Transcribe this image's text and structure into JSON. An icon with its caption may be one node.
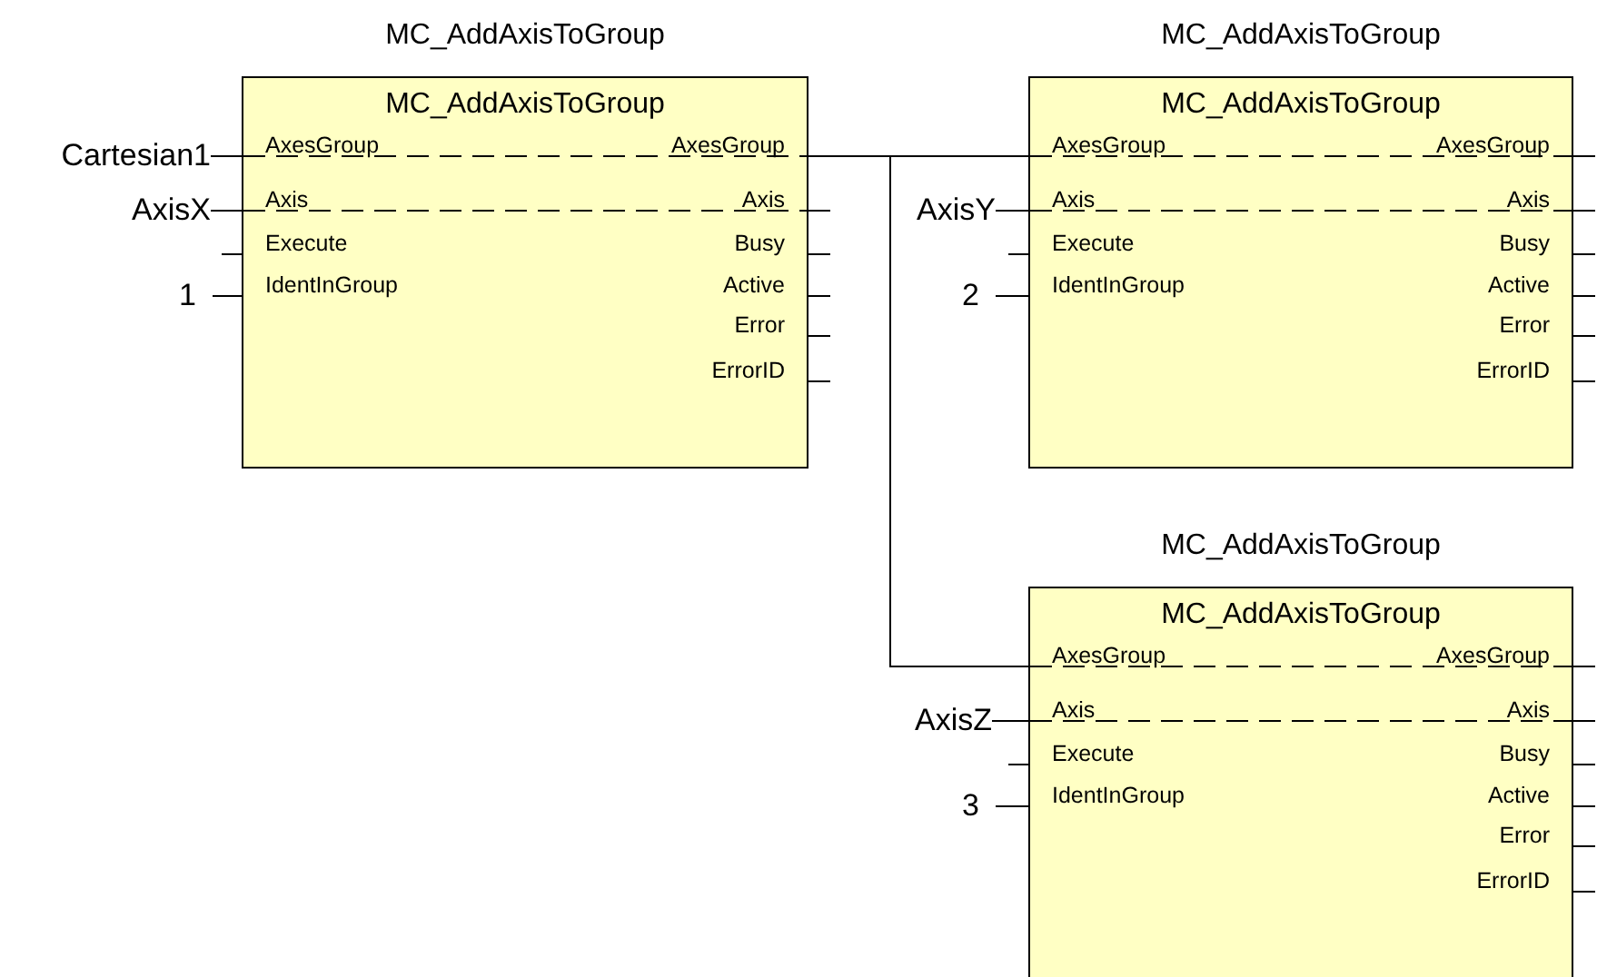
{
  "diagram": {
    "nodes": [
      {
        "text": [
          "MC_AddAxisToGroup",
          "MC_AddAxisToGroup",
          "AxesGroup",
          "AxesGroup",
          "Axis",
          "Axis",
          "Execute",
          "Busy",
          "IdentInGroup",
          "Active",
          "Error",
          "ErrorID"
        ]
      },
      {
        "text": [
          "Cartesian1"
        ]
      },
      {
        "text": [
          "AxisX"
        ]
      },
      {
        "text": [
          "1"
        ]
      },
      {
        "text": [
          "MC_AddAxisToGroup",
          "MC_AddAxisToGroup",
          "AxesGroup",
          "AxesGroup",
          "Axis",
          "Axis",
          "Execute",
          "Busy",
          "IdentInGroup",
          "Active",
          "Error",
          "ErrorID"
        ]
      },
      {
        "text": [
          "AxisY"
        ]
      },
      {
        "text": [
          "2"
        ]
      },
      {
        "text": [
          "MC_AddAxisToGroup",
          "MC_AddAxisToGroup",
          "AxesGroup",
          "AxesGroup",
          "Axis",
          "Axis",
          "Execute",
          "Busy",
          "IdentInGroup",
          "Active",
          "Error",
          "ErrorID"
        ]
      },
      {
        "text": [
          "AxisZ"
        ]
      },
      {
        "text": [
          "3"
        ]
      }
    ],
    "edges": [
      {
        "from": 1,
        "to": 0,
        "arrow": "none"
      },
      {
        "from": 2,
        "to": 0,
        "arrow": "none"
      },
      {
        "from": 3,
        "to": 0,
        "arrow": "none"
      },
      {
        "from": 0,
        "to": 4,
        "arrow": "none"
      },
      {
        "from": 5,
        "to": 4,
        "arrow": "none"
      },
      {
        "from": 6,
        "to": 4,
        "arrow": "none"
      },
      {
        "from": 0,
        "to": 7,
        "arrow": "none"
      },
      {
        "from": 8,
        "to": 7,
        "arrow": "none"
      },
      {
        "from": 9,
        "to": 7,
        "arrow": "none"
      }
    ]
  }
}
